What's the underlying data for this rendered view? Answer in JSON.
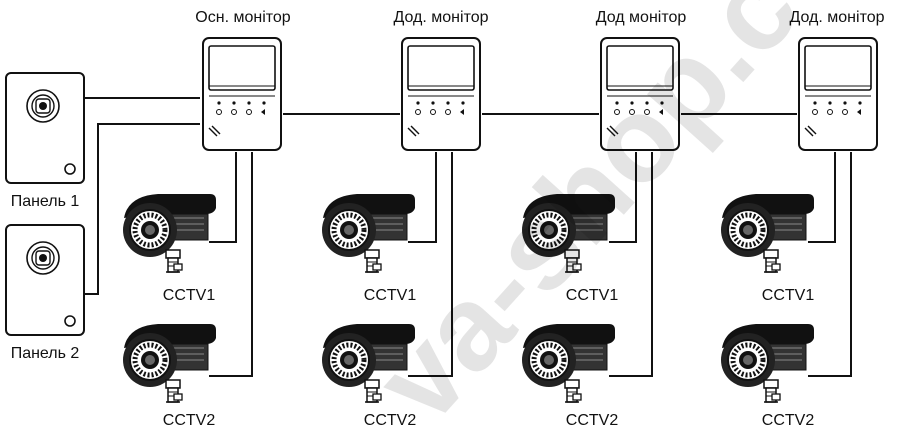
{
  "monitors": [
    {
      "label": "Осн. монітор"
    },
    {
      "label": "Дод. монітор"
    },
    {
      "label": "Дод монітор"
    },
    {
      "label": "Дод. монітор"
    }
  ],
  "panels": [
    {
      "label": "Панель 1"
    },
    {
      "label": "Панель 2"
    }
  ],
  "cameras": {
    "row1_label": "CCTV1",
    "row2_label": "CCTV2"
  },
  "watermark": "va-shop.co"
}
